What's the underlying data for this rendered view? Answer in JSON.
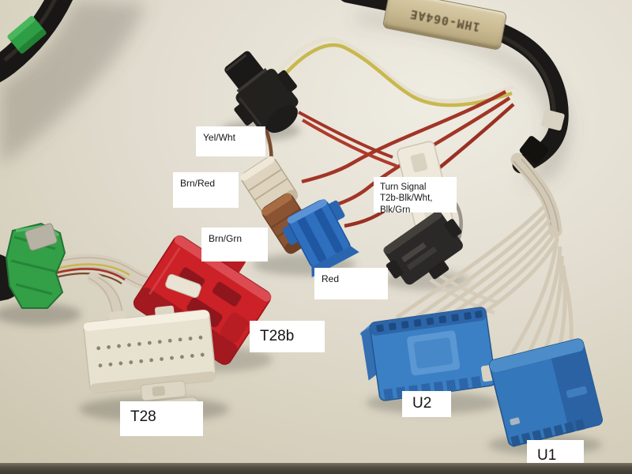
{
  "tag": {
    "text": "1HM-064AE"
  },
  "labels": [
    {
      "id": "yel-wht",
      "text": "Yel/Wht"
    },
    {
      "id": "brn-red",
      "text": "Brn/Red"
    },
    {
      "id": "brn-grn",
      "text": "Brn/Grn"
    },
    {
      "id": "red",
      "text": "Red"
    },
    {
      "id": "turn-signal",
      "line1": "Turn Signal",
      "line2": "T2b-Blk/Wht, Blk/Grn"
    },
    {
      "id": "t28b",
      "text": "T28b"
    },
    {
      "id": "t28",
      "text": "T28"
    },
    {
      "id": "u2",
      "text": "U2"
    },
    {
      "id": "u1",
      "text": "U1"
    }
  ],
  "colors": {
    "connector_red": "#cb2127",
    "connector_red_dark": "#9c1820",
    "connector_blue_u2": "#3b80c4",
    "connector_blue_u1": "#3477bb",
    "connector_blue_small": "#2e6fbe",
    "connector_green": "#33a047",
    "connector_tan": "#ddd3bf",
    "connector_brown": "#8a5433",
    "connector_black": "#23211e",
    "connector_white": "#e7e1d0",
    "tape_black": "#1b1917",
    "wire_beige": "#d7cdbc",
    "wire_yellow": "#c8b84e",
    "wire_red": "#a23527",
    "tag_bg": "#c8b990",
    "label_bg": "#ffffff"
  }
}
